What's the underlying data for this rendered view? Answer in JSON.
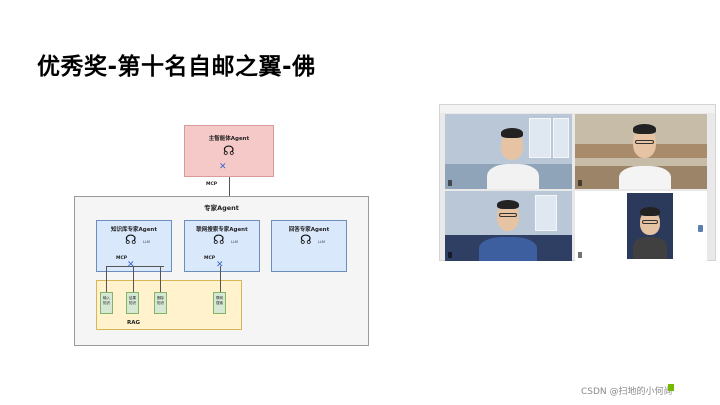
{
  "slide": {
    "title": "优秀奖-第十名自邮之翼-佛"
  },
  "diagram": {
    "main_agent": "主智能体Agent",
    "mcp_top": "MCP",
    "expert_agent": "专家Agent",
    "sub_agents": [
      "知识库专家Agent",
      "联网搜索专家Agent",
      "回答专家Agent"
    ],
    "llm": "LLM",
    "mcp_sub1": "MCP",
    "mcp_sub2": "MCP",
    "rag": "RAG",
    "tools": [
      "输入\n知识",
      "结果\n知识",
      "删除\n知识",
      "联网\n搜索"
    ]
  },
  "video": {
    "participants": [
      "",
      "",
      "",
      ""
    ]
  },
  "footer": {
    "watermark": "CSDN @扫地的小何尚"
  }
}
